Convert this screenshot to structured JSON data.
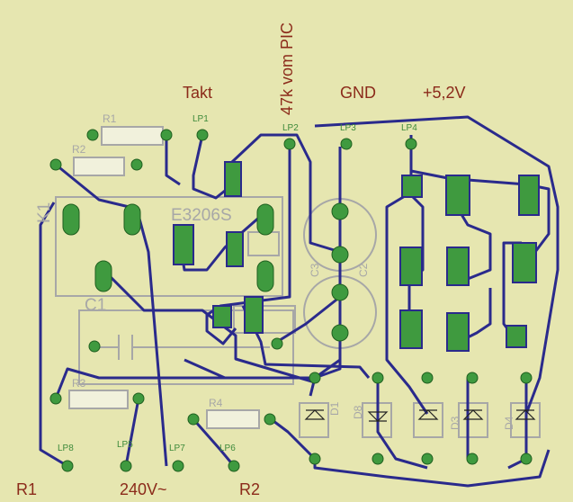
{
  "signals": {
    "takt": "Takt",
    "pic": "47k vom PIC",
    "gnd": "GND",
    "vcc": "+5,2V",
    "r1_out": "R1",
    "mains": "240V~",
    "r2_out": "R2"
  },
  "pads": {
    "lp1": "LP1",
    "lp2": "LP2",
    "lp3": "LP3",
    "lp4": "LP4",
    "lp5": "LP5",
    "lp6": "LP6",
    "lp7": "LP7",
    "lp8": "LP8"
  },
  "components": {
    "relay_name": "K1",
    "relay_type": "E3206S",
    "c1": "C1",
    "c2": "C2",
    "c3": "C3",
    "r1": "R1",
    "r2": "R2",
    "r3": "R3",
    "r4": "R4",
    "d1": "D1",
    "d3": "D3",
    "d4": "D4",
    "d8": "D8"
  },
  "colors": {
    "board": "#e6e6b0",
    "trace": "#2a2a8c",
    "pad": "#3f9a3f",
    "silkscreen": "#a7a7a7",
    "label": "#8b2a1a"
  }
}
